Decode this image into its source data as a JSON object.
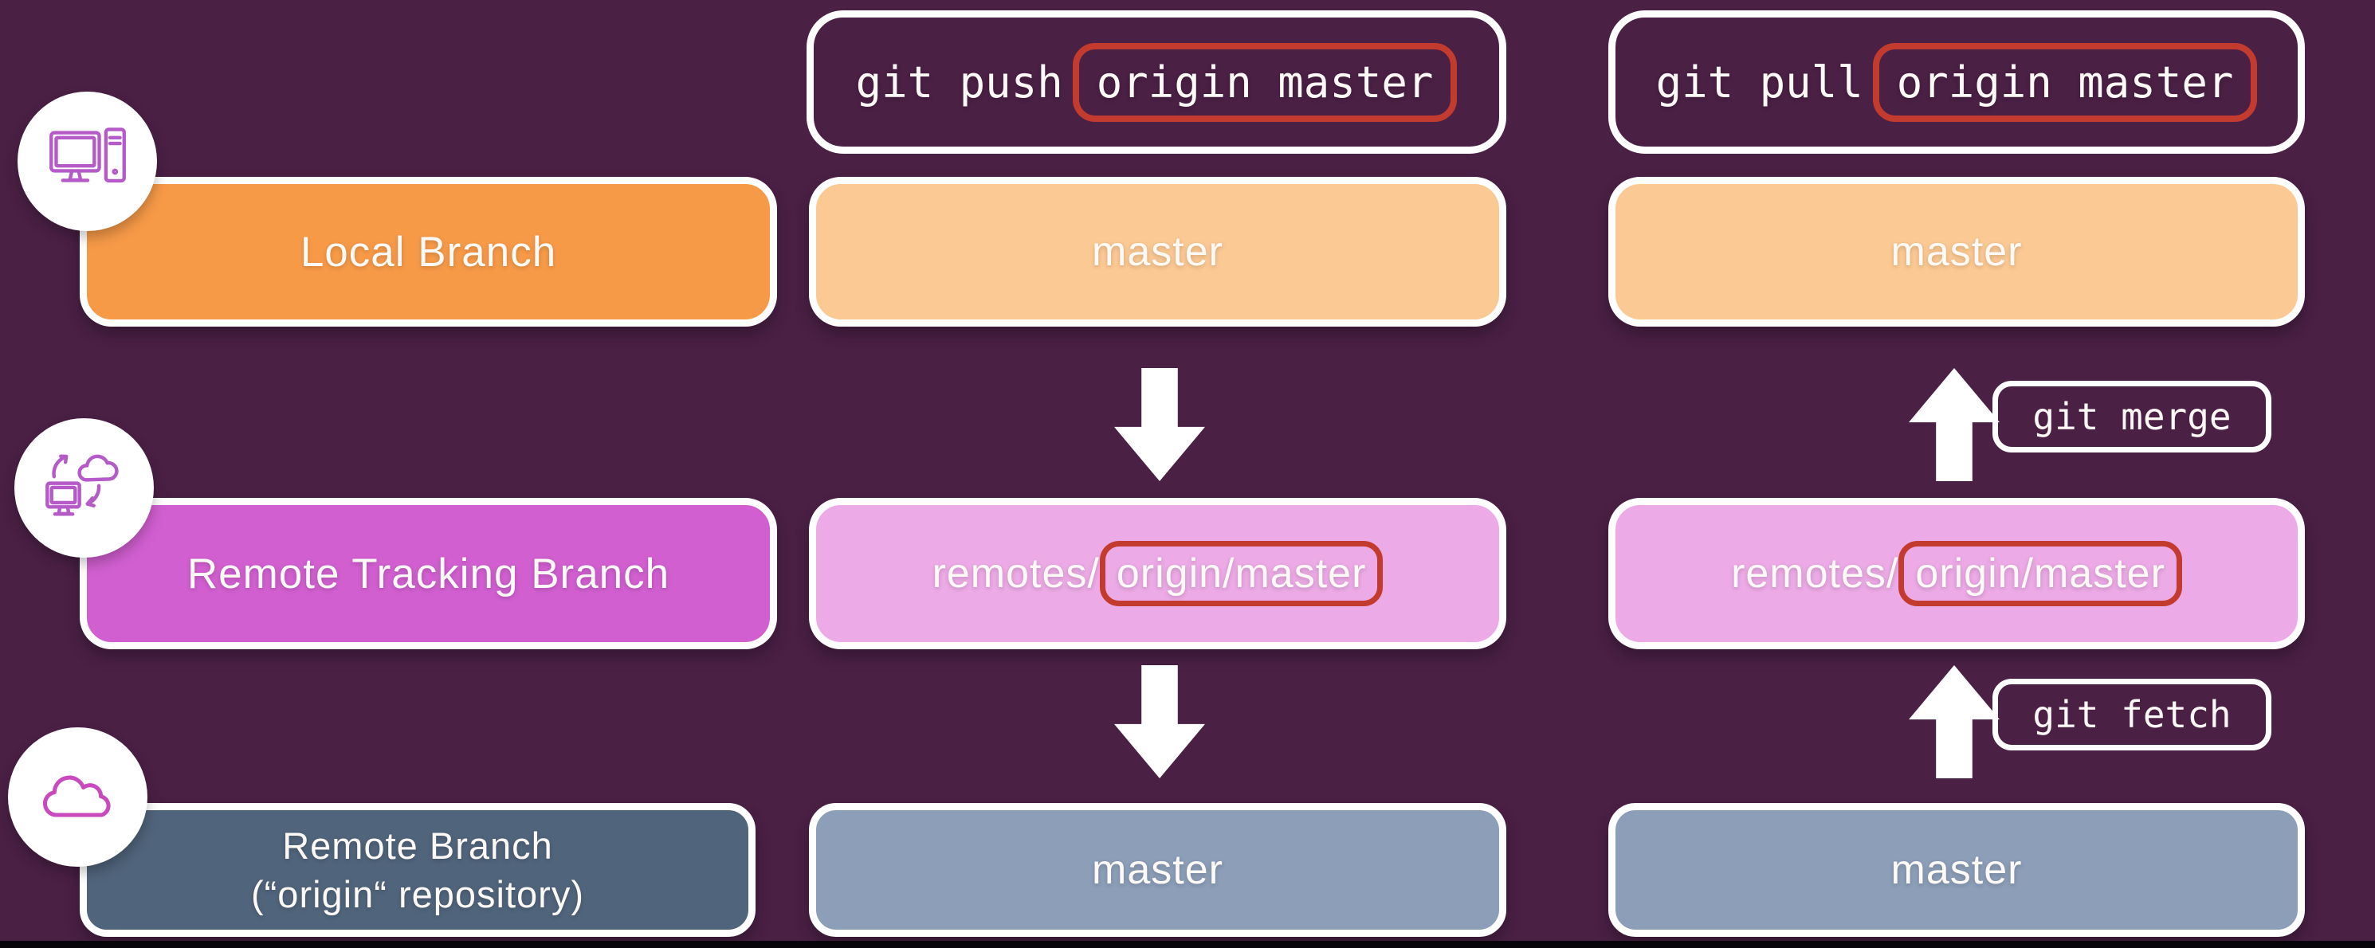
{
  "colors": {
    "background": "#4A2045",
    "frame": "#FFFFFF",
    "text": "#FDF9F6",
    "highlight_red": "#C23B2E",
    "local_label_bg": "#F79A48",
    "local_value_bg": "#FBC993",
    "tracking_label_bg": "#D15FD0",
    "tracking_value_bg": "#ECAAE6",
    "remote_label_bg": "#50647B",
    "remote_value_bg": "#8C9EB8",
    "icon_stroke": "#B55BC8",
    "cloud_stroke": "#C94ABE",
    "footer_bar": "#070509"
  },
  "commands": {
    "push": {
      "base": "git push",
      "arg": "origin master"
    },
    "pull": {
      "base": "git pull",
      "arg": "origin master"
    },
    "merge": {
      "label": "git merge"
    },
    "fetch": {
      "label": "git fetch"
    }
  },
  "rows": {
    "local": {
      "label": "Local Branch",
      "push_value": "master",
      "pull_value": "master",
      "icon": "desktop-computer-icon"
    },
    "tracking": {
      "label": "Remote Tracking Branch",
      "value_prefix": "remotes/",
      "value_arg": "origin/master",
      "icon": "computer-cloud-sync-icon"
    },
    "remote": {
      "label": "Remote Branch",
      "sublabel": "(“origin“ repository)",
      "push_value": "master",
      "pull_value": "master",
      "icon": "cloud-icon"
    }
  }
}
